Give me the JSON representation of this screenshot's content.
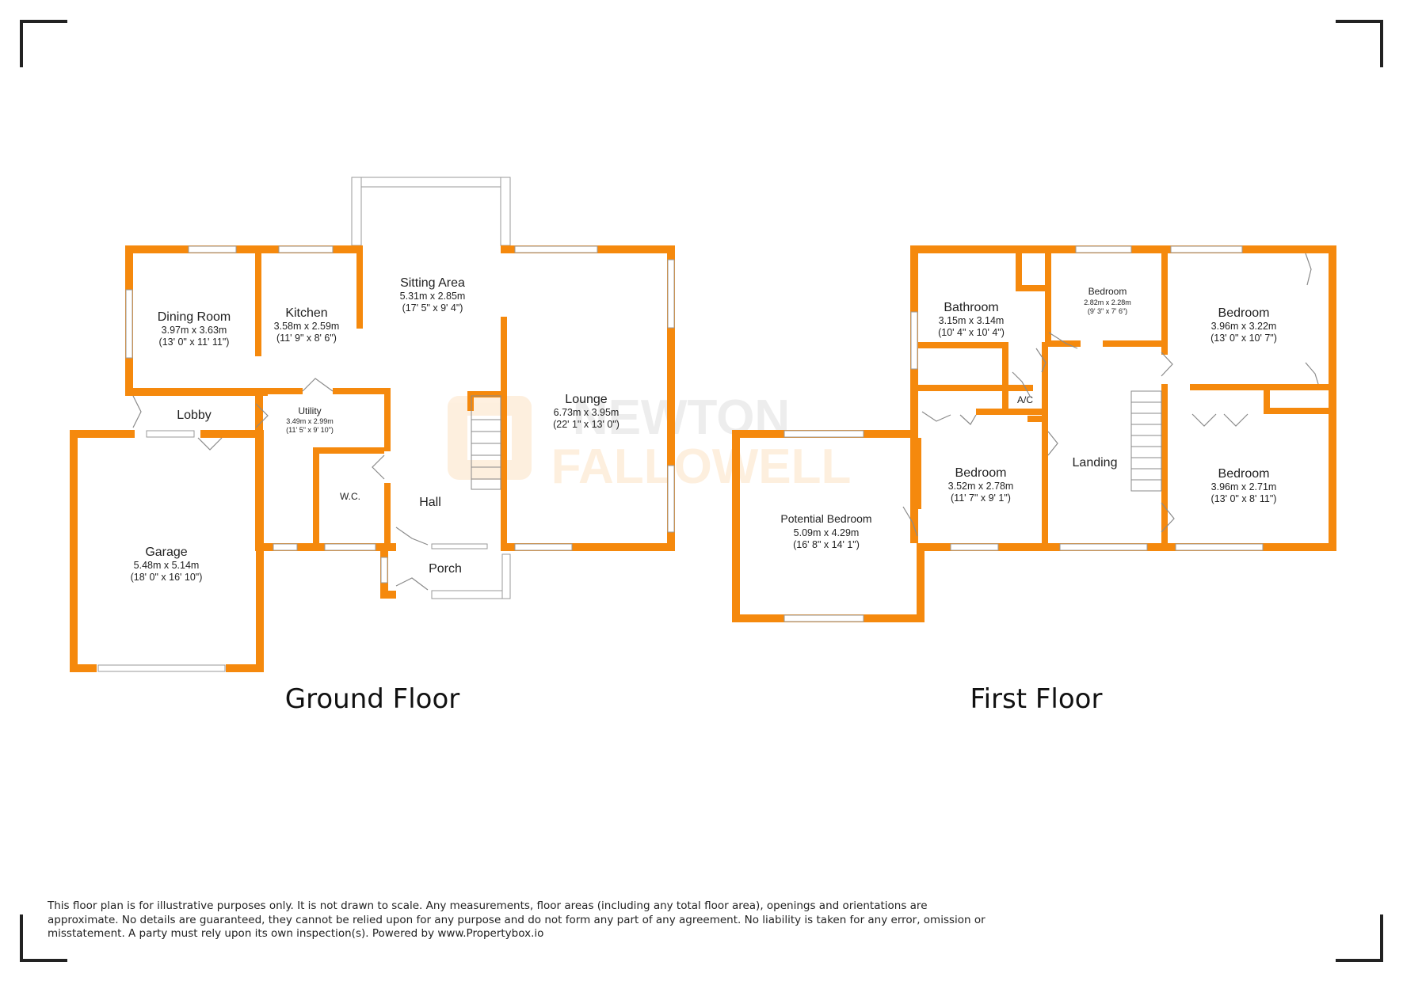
{
  "colors": {
    "wall": "#f5890d",
    "watermark": "#f5890d",
    "text": "#222222"
  },
  "watermark": {
    "line1": "NEWTON",
    "line2": "FALLOWELL"
  },
  "ground_floor": {
    "title": "Ground Floor",
    "rooms": {
      "dining": {
        "name": "Dining Room",
        "metric": "3.97m x 3.63m",
        "imperial": "(13' 0\" x 11' 11\")"
      },
      "kitchen": {
        "name": "Kitchen",
        "metric": "3.58m x 2.59m",
        "imperial": "(11' 9\" x 8' 6\")"
      },
      "sitting": {
        "name": "Sitting Area",
        "metric": "5.31m x 2.85m",
        "imperial": "(17' 5\" x 9' 4\")"
      },
      "lounge": {
        "name": "Lounge",
        "metric": "6.73m x 3.95m",
        "imperial": "(22' 1\" x 13' 0\")"
      },
      "lobby": {
        "name": "Lobby"
      },
      "utility": {
        "name": "Utility",
        "metric": "3.49m x 2.99m",
        "imperial": "(11' 5\" x 9' 10\")"
      },
      "wc": {
        "name": "W.C."
      },
      "hall": {
        "name": "Hall"
      },
      "porch": {
        "name": "Porch"
      },
      "garage": {
        "name": "Garage",
        "metric": "5.48m x 5.14m",
        "imperial": "(18' 0\" x 16' 10\")"
      }
    }
  },
  "first_floor": {
    "title": "First Floor",
    "rooms": {
      "bathroom": {
        "name": "Bathroom",
        "metric": "3.15m x 3.14m",
        "imperial": "(10' 4\" x 10' 4\")"
      },
      "bedroom_small": {
        "name": "Bedroom",
        "metric": "2.82m x 2.28m",
        "imperial": "(9' 3\" x 7' 6\")"
      },
      "bedroom_ne": {
        "name": "Bedroom",
        "metric": "3.96m x 3.22m",
        "imperial": "(13' 0\" x 10' 7\")"
      },
      "ac": {
        "name": "A/C"
      },
      "bedroom_mid": {
        "name": "Bedroom",
        "metric": "3.52m x 2.78m",
        "imperial": "(11' 7\" x 9' 1\")"
      },
      "landing": {
        "name": "Landing"
      },
      "bedroom_se": {
        "name": "Bedroom",
        "metric": "3.96m x 2.71m",
        "imperial": "(13' 0\" x 8' 11\")"
      },
      "potential": {
        "name": "Potential Bedroom",
        "metric": "5.09m x 4.29m",
        "imperial": "(16' 8\" x 14' 1\")"
      }
    }
  },
  "disclaimer": "This floor plan is for illustrative purposes only. It is not drawn to scale. Any measurements, floor areas (including any total floor area), openings and orientations are approximate. No details are guaranteed, they cannot be relied upon for any purpose and do not form any part of any agreement. No liability is taken for any error, omission or misstatement. A party must rely upon its own inspection(s). Powered by www.Propertybox.io"
}
